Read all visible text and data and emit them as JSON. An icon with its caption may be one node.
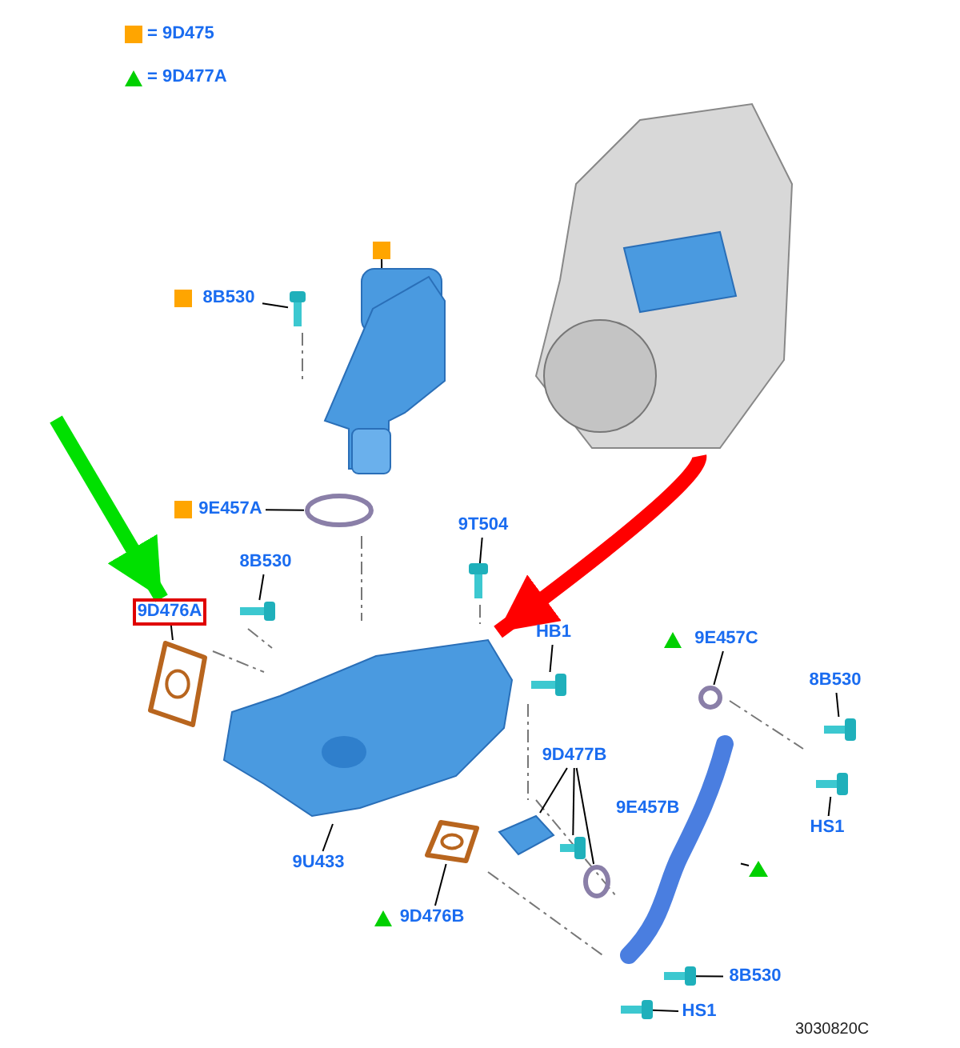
{
  "diagram": {
    "nodes": [
      {
        "text": [
          "8B530"
        ]
      },
      {
        "text": [],
        "shape": "box"
      },
      {
        "text": [],
        "shape": "picture"
      },
      {
        "text": [],
        "shape": "picture"
      },
      {
        "text": [],
        "shape": "picture"
      },
      {
        "text": [
          "9E457A"
        ]
      },
      {
        "text": [],
        "shape": "circle"
      },
      {
        "text": [
          "9T504"
        ]
      },
      {
        "text": [],
        "shape": "picture"
      },
      {
        "text": [
          "8B530"
        ]
      },
      {
        "text": [],
        "shape": "picture"
      },
      {
        "text": [
          "9D476A"
        ]
      },
      {
        "text": [],
        "shape": "picture"
      },
      {
        "text": [
          "HB1"
        ]
      },
      {
        "text": [],
        "shape": "picture"
      },
      {
        "text": [
          "9E457C"
        ]
      },
      {
        "text": [],
        "shape": "circle"
      },
      {
        "text": [
          "8B530"
        ]
      },
      {
        "text": [],
        "shape": "picture"
      },
      {
        "text": [],
        "shape": "picture"
      },
      {
        "text": [
          "9D477B"
        ]
      },
      {
        "text": [],
        "shape": "picture"
      },
      {
        "text": [],
        "shape": "picture"
      },
      {
        "text": [],
        "shape": "circle"
      },
      {
        "text": [
          "HS1"
        ]
      },
      {
        "text": [],
        "shape": "picture"
      },
      {
        "text": [
          "9U433"
        ]
      },
      {
        "text": [],
        "shape": "picture"
      },
      {
        "text": [
          "9D476B"
        ]
      },
      {
        "text": [],
        "shape": "picture"
      },
      {
        "text": [],
        "shape": "triangle"
      },
      {
        "text": [],
        "shape": "picture"
      },
      {
        "text": [
          "8B530"
        ]
      },
      {
        "text": [],
        "shape": "picture"
      },
      {
        "text": [
          "HS1"
        ]
      }
    ],
    "edges": [
      {
        "from": 0,
        "to": 3,
        "arrow": "none"
      },
      {
        "from": 1,
        "to": 2,
        "arrow": "none"
      },
      {
        "from": 5,
        "to": 6,
        "arrow": "none"
      },
      {
        "from": 7,
        "to": 8,
        "arrow": "none"
      },
      {
        "from": 9,
        "to": 10,
        "arrow": "none"
      },
      {
        "from": 11,
        "to": 12,
        "arrow": "none"
      },
      {
        "from": 13,
        "to": 14,
        "arrow": "none"
      },
      {
        "from": 15,
        "to": 16,
        "arrow": "none"
      },
      {
        "from": 17,
        "to": 18,
        "arrow": "none"
      },
      {
        "from": 20,
        "to": 21,
        "arrow": "none"
      },
      {
        "from": 20,
        "to": 22,
        "arrow": "none"
      },
      {
        "from": 20,
        "to": 23,
        "arrow": "none"
      },
      {
        "from": 24,
        "to": 25,
        "arrow": "none"
      },
      {
        "from": 26,
        "to": 19,
        "arrow": "none"
      },
      {
        "from": 28,
        "to": 27,
        "arrow": "none"
      },
      {
        "from": 30,
        "to": 29,
        "arrow": "none"
      },
      {
        "from": 32,
        "to": 31,
        "arrow": "none"
      },
      {
        "from": 34,
        "to": 33,
        "arrow": "none"
      },
      {
        "from": 4,
        "to": 19,
        "arrow": "to",
        "style": "thick",
        "color": "#ff0000"
      },
      {
        "from": null,
        "to": 11,
        "arrow": "to",
        "style": "thick",
        "color": "#00e000"
      }
    ],
    "labels": [
      "9E457B",
      "3030820C"
    ],
    "legend": [
      {
        "text": "= 9D475"
      },
      {
        "text": "= 9D477A"
      }
    ]
  }
}
